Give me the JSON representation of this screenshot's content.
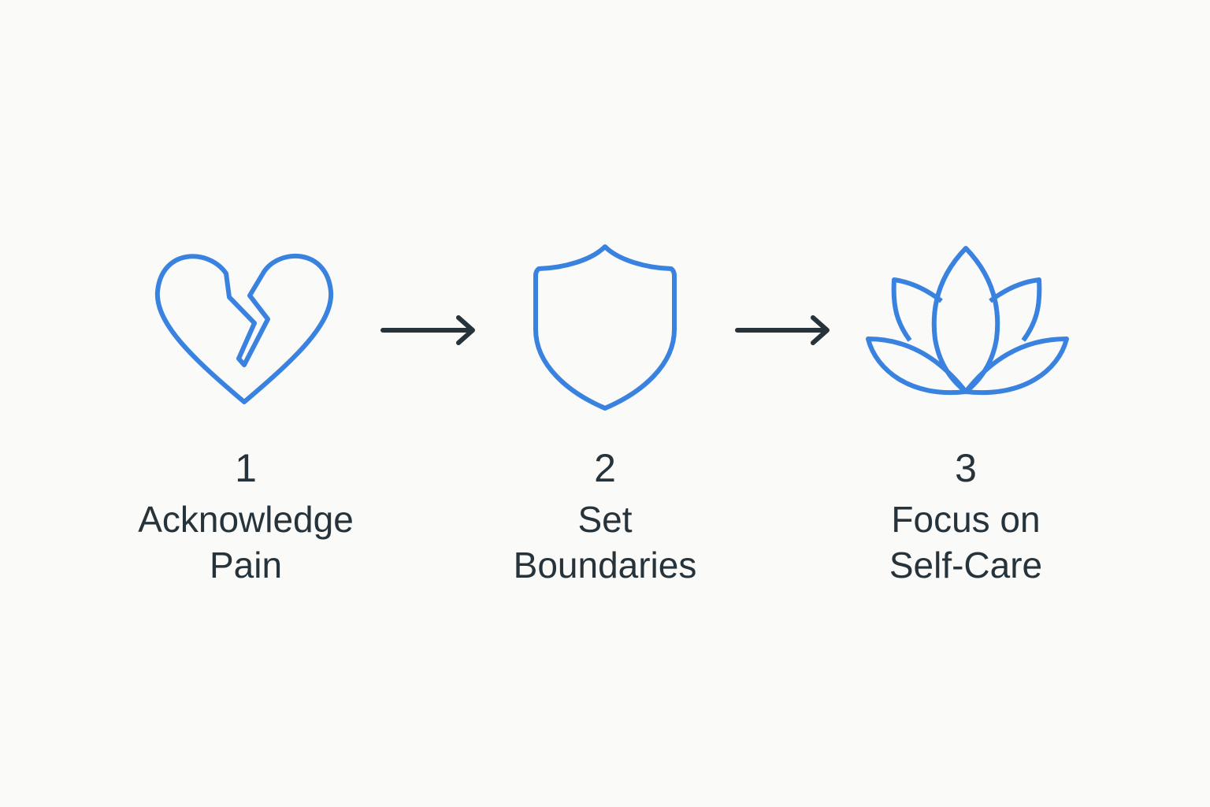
{
  "colors": {
    "background": "#fafaf8",
    "icon_stroke": "#3a82e0",
    "arrow": "#27333a",
    "text": "#27333a"
  },
  "steps": [
    {
      "number": "1",
      "lines": [
        "Acknowledge",
        "Pain"
      ],
      "icon": "broken-heart-icon"
    },
    {
      "number": "2",
      "lines": [
        "Set",
        "Boundaries"
      ],
      "icon": "shield-icon"
    },
    {
      "number": "3",
      "lines": [
        "Focus on",
        "Self-Care"
      ],
      "icon": "lotus-icon"
    }
  ],
  "connectors": [
    {
      "icon": "arrow-right-icon",
      "from": "1",
      "to": "2"
    },
    {
      "icon": "arrow-right-icon",
      "from": "2",
      "to": "3"
    }
  ]
}
